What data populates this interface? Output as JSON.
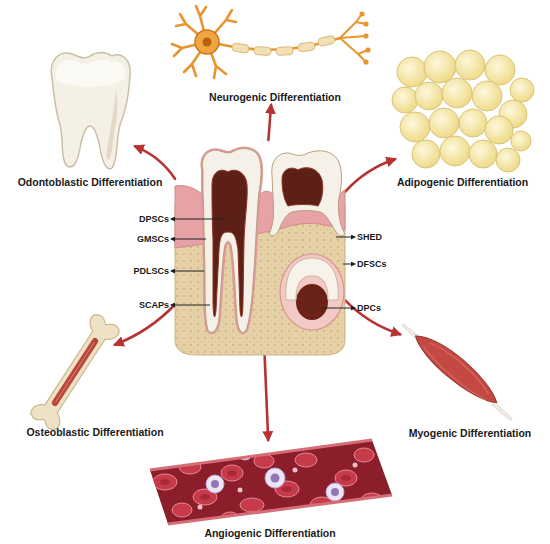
{
  "diagram": {
    "nodes": [
      {
        "text": [
          "Neurogenic Differentiation"
        ]
      },
      {
        "text": [
          "Odontoblastic Differentiation"
        ]
      },
      {
        "text": [
          "Adipogenic Differentiation"
        ]
      },
      {
        "text": [
          "DPSCs",
          "SHED",
          "GMSCs",
          "DFSCs",
          "PDLSCs",
          "SCAPs",
          "DPCs"
        ]
      },
      {
        "text": [
          "Osteoblastic Differentiation"
        ]
      },
      {
        "text": [
          "Myogenic Differentiation"
        ]
      },
      {
        "text": [
          "Angiogenic Differentiation"
        ]
      }
    ],
    "edges": [
      {
        "from": 3,
        "to": 0,
        "arrow": "to"
      },
      {
        "from": 3,
        "to": 1,
        "arrow": "to"
      },
      {
        "from": 3,
        "to": 2,
        "arrow": "to"
      },
      {
        "from": 3,
        "to": 4,
        "arrow": "to"
      },
      {
        "from": 3,
        "to": 5,
        "arrow": "to"
      },
      {
        "from": 3,
        "to": 6,
        "arrow": "to"
      }
    ]
  }
}
